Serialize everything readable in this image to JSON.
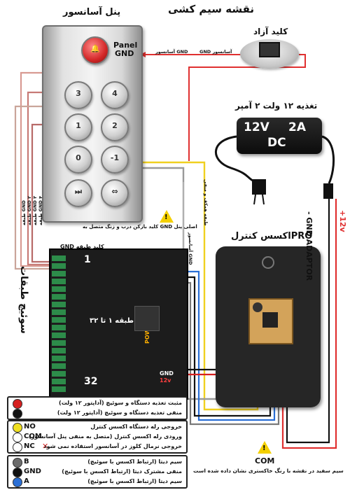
{
  "title": "نقشه سیم کشی",
  "panel": {
    "title": "پنل آسانسور",
    "panel_label": "Panel",
    "gnd_label": "GND",
    "buttons": [
      "4",
      "3",
      "2",
      "1",
      "-1",
      "0",
      "",
      ""
    ]
  },
  "key": {
    "title": "کلید آزاد",
    "wire_label": "آسانسور GND",
    "wire_label2": "GND آسانسور"
  },
  "power": {
    "title": "تغذیه ۱۲ ولت ۲ آمپر",
    "volt": "12V",
    "amp": "2A",
    "dc": "DC"
  },
  "access": {
    "title": "اکسس کنترلPRO",
    "side_label": "- GND ADAPTOR",
    "plus_label": "+12v"
  },
  "board": {
    "side_title": "سوئیچ طبقات",
    "floor_range": "طبقه ۱ تا ۳۲",
    "n1": "1",
    "n32": "32",
    "power_tag": "POWER",
    "gnd12": "GND",
    "v12": "12v",
    "gnd_key_label": "GND کلید طبقه",
    "power_gnd_label": "GND"
  },
  "wire_labels": {
    "floor_keys": [
      "طبقه GND",
      "طبقه GND ۲",
      "طبقه GND ۳",
      "طبقه GND ۴"
    ],
    "door_note": "کلید بازکن درب و زنگ متصل به GND اصلی پنل",
    "vertical_gnd": "آسانسور GND",
    "vertical_floor": "طبقه همکف و منفی"
  },
  "legend1": [
    {
      "text": "مثبت تغذیه دستگاه و سوئیچ (آداپتور ۱۲ ولت)",
      "color": "#d62020"
    },
    {
      "text": "منفی تغذیه دستگاه و سوئیچ (آداپتور ۱۲ ولت)",
      "color": "#111111"
    }
  ],
  "legend2": [
    {
      "code": "NO",
      "text": "خروجی رله دستگاه اکسس کنترل",
      "color": "#f0e020"
    },
    {
      "code": "COM",
      "text": "ورودی رله اکسس کنترل (متصل به منفی پنل آسانسور)",
      "color": "#ffffff"
    },
    {
      "code": "NC",
      "text": "خروجی نرمال کلوز در آسانسور استفاده نمی شود",
      "color": "#ffffff",
      "mark": "✕"
    }
  ],
  "legend3": [
    {
      "code": "B",
      "text": "سیم دیتا (ارتباط اکسس با سوئیچ)",
      "color": "#6c6c6c"
    },
    {
      "code": "GND",
      "text": "منفی مشترک دیتا (ارتباط اکسس با سوئیچ)",
      "color": "#111111"
    },
    {
      "code": "A",
      "text": "سیم دیتا (ارتباط اکسس با سوئیچ)",
      "color": "#2a6fd6"
    }
  ],
  "com_note": {
    "code": "COM",
    "text": "سیم سفید در نقشه با رنگ خاکستری نشان داده شده است"
  }
}
